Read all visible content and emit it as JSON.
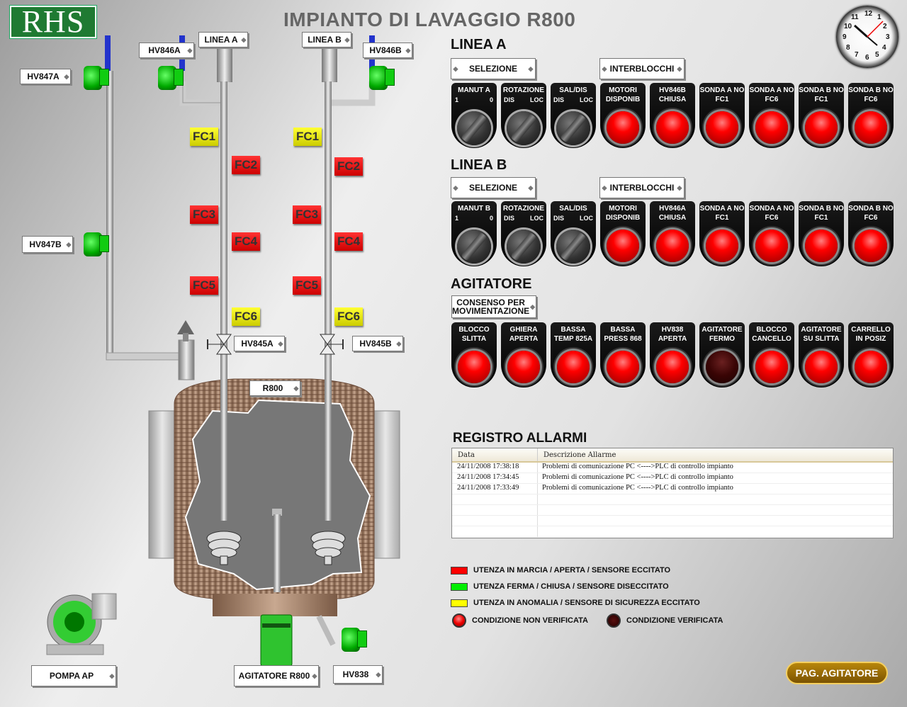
{
  "header": {
    "logo": "RHS",
    "title": "IMPIANTO DI LAVAGGIO R800"
  },
  "clock": {
    "numbers": [
      "12",
      "1",
      "2",
      "3",
      "4",
      "5",
      "6",
      "7",
      "8",
      "9",
      "10",
      "11"
    ]
  },
  "tags": {
    "linea_a": "LINEA A",
    "linea_b": "LINEA B",
    "hv846a": "HV846A",
    "hv846b": "HV846B",
    "hv847a": "HV847A",
    "hv847b": "HV847B",
    "hv845a": "HV845A",
    "hv845b": "HV845B",
    "r800": "R800",
    "pompa": "POMPA AP",
    "agitatore": "AGITATORE R800",
    "hv838": "HV838"
  },
  "fc": {
    "a": [
      "FC1",
      "FC2",
      "FC3",
      "FC4",
      "FC5",
      "FC6"
    ],
    "b": [
      "FC1",
      "FC2",
      "FC3",
      "FC4",
      "FC5",
      "FC6"
    ]
  },
  "linea_a": {
    "title": "LINEA A",
    "selezione": "SELEZIONE",
    "interblocchi": "INTERBLOCCHI",
    "switches": [
      {
        "label": "MANUT A",
        "left": "1",
        "right": "0"
      },
      {
        "label": "ROTAZIONE",
        "left": "DIS",
        "right": "LOC"
      },
      {
        "label": "SAL/DIS",
        "left": "DIS",
        "right": "LOC"
      }
    ],
    "lamps": [
      "MOTORI DISPONIB",
      "HV846B CHIUSA",
      "SONDA A NO FC1",
      "SONDA A NO FC6",
      "SONDA B NO FC1",
      "SONDA B NO FC6"
    ]
  },
  "linea_b": {
    "title": "LINEA B",
    "selezione": "SELEZIONE",
    "interblocchi": "INTERBLOCCHI",
    "switches": [
      {
        "label": "MANUT B",
        "left": "1",
        "right": "0"
      },
      {
        "label": "ROTAZIONE",
        "left": "DIS",
        "right": "LOC"
      },
      {
        "label": "SAL/DIS",
        "left": "DIS",
        "right": "LOC"
      }
    ],
    "lamps": [
      "MOTORI DISPONIB",
      "HV846A CHIUSA",
      "SONDA A NO FC1",
      "SONDA A NO FC6",
      "SONDA B NO FC1",
      "SONDA B NO FC6"
    ]
  },
  "agitatore": {
    "title": "AGITATORE",
    "consenso": "CONSENSO PER MOVIMENTAZIONE",
    "lamps": [
      "BLOCCO SLITTA",
      "GHIERA APERTA",
      "BASSA TEMP 825A",
      "BASSA PRESS 868",
      "HV838 APERTA",
      "AGITATORE FERMO",
      "BLOCCO CANCELLO",
      "AGITATORE SU SLITTA",
      "CARRELLO IN POSIZ"
    ]
  },
  "alarms": {
    "title": "REGISTRO ALLARMI",
    "col_date": "Data",
    "col_desc": "Descrizione Allarme",
    "rows": [
      [
        "24/11/2008 17:38:18",
        "Problemi di comunicazione PC <---->PLC di controllo impianto"
      ],
      [
        "24/11/2008 17:34:45",
        "Problemi di comunicazione PC <---->PLC di controllo impianto"
      ],
      [
        "24/11/2008 17:33:49",
        "Problemi di comunicazione PC <---->PLC di controllo impianto"
      ]
    ]
  },
  "legend": {
    "red": "UTENZA IN MARCIA / APERTA / SENSORE ECCITATO",
    "green": "UTENZA FERMA / CHIUSA / SENSORE DISECCITATO",
    "yellow": "UTENZA IN ANOMALIA / SENSORE DI SICUREZZA ECCITATO",
    "lamp_on": "CONDIZIONE NON VERIFICATA",
    "lamp_off": "CONDIZIONE VERIFICATA"
  },
  "pag_button": "PAG. AGITATORE",
  "colors": {
    "red": "#ff0000",
    "green": "#00ee00",
    "yellow": "#ffff00"
  }
}
